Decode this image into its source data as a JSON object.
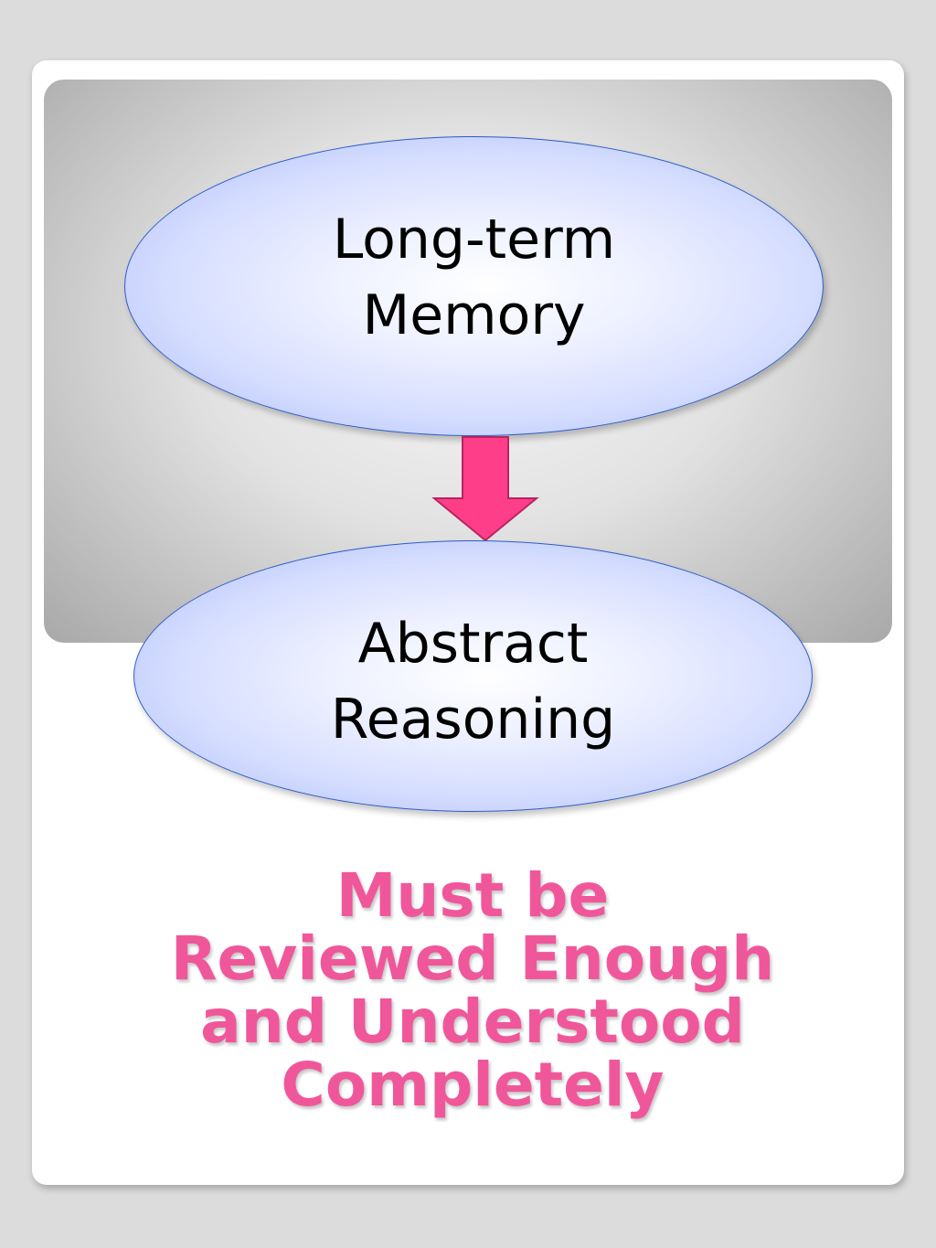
{
  "diagram": {
    "top_node": {
      "line1": "Long-term",
      "line2": "Memory"
    },
    "bottom_node": {
      "line1": "Abstract",
      "line2": "Reasoning"
    },
    "caption": {
      "line1": "Must be",
      "line2": "Reviewed Enough",
      "line3": "and Understood",
      "line4": "Completely"
    }
  },
  "colors": {
    "node_border": "#2d5cc8",
    "node_fill_edge": "#a3b6f8",
    "arrow": "#ff3e8a",
    "caption": "#f0579a"
  },
  "icons": {
    "connector": "down-arrow-icon"
  }
}
